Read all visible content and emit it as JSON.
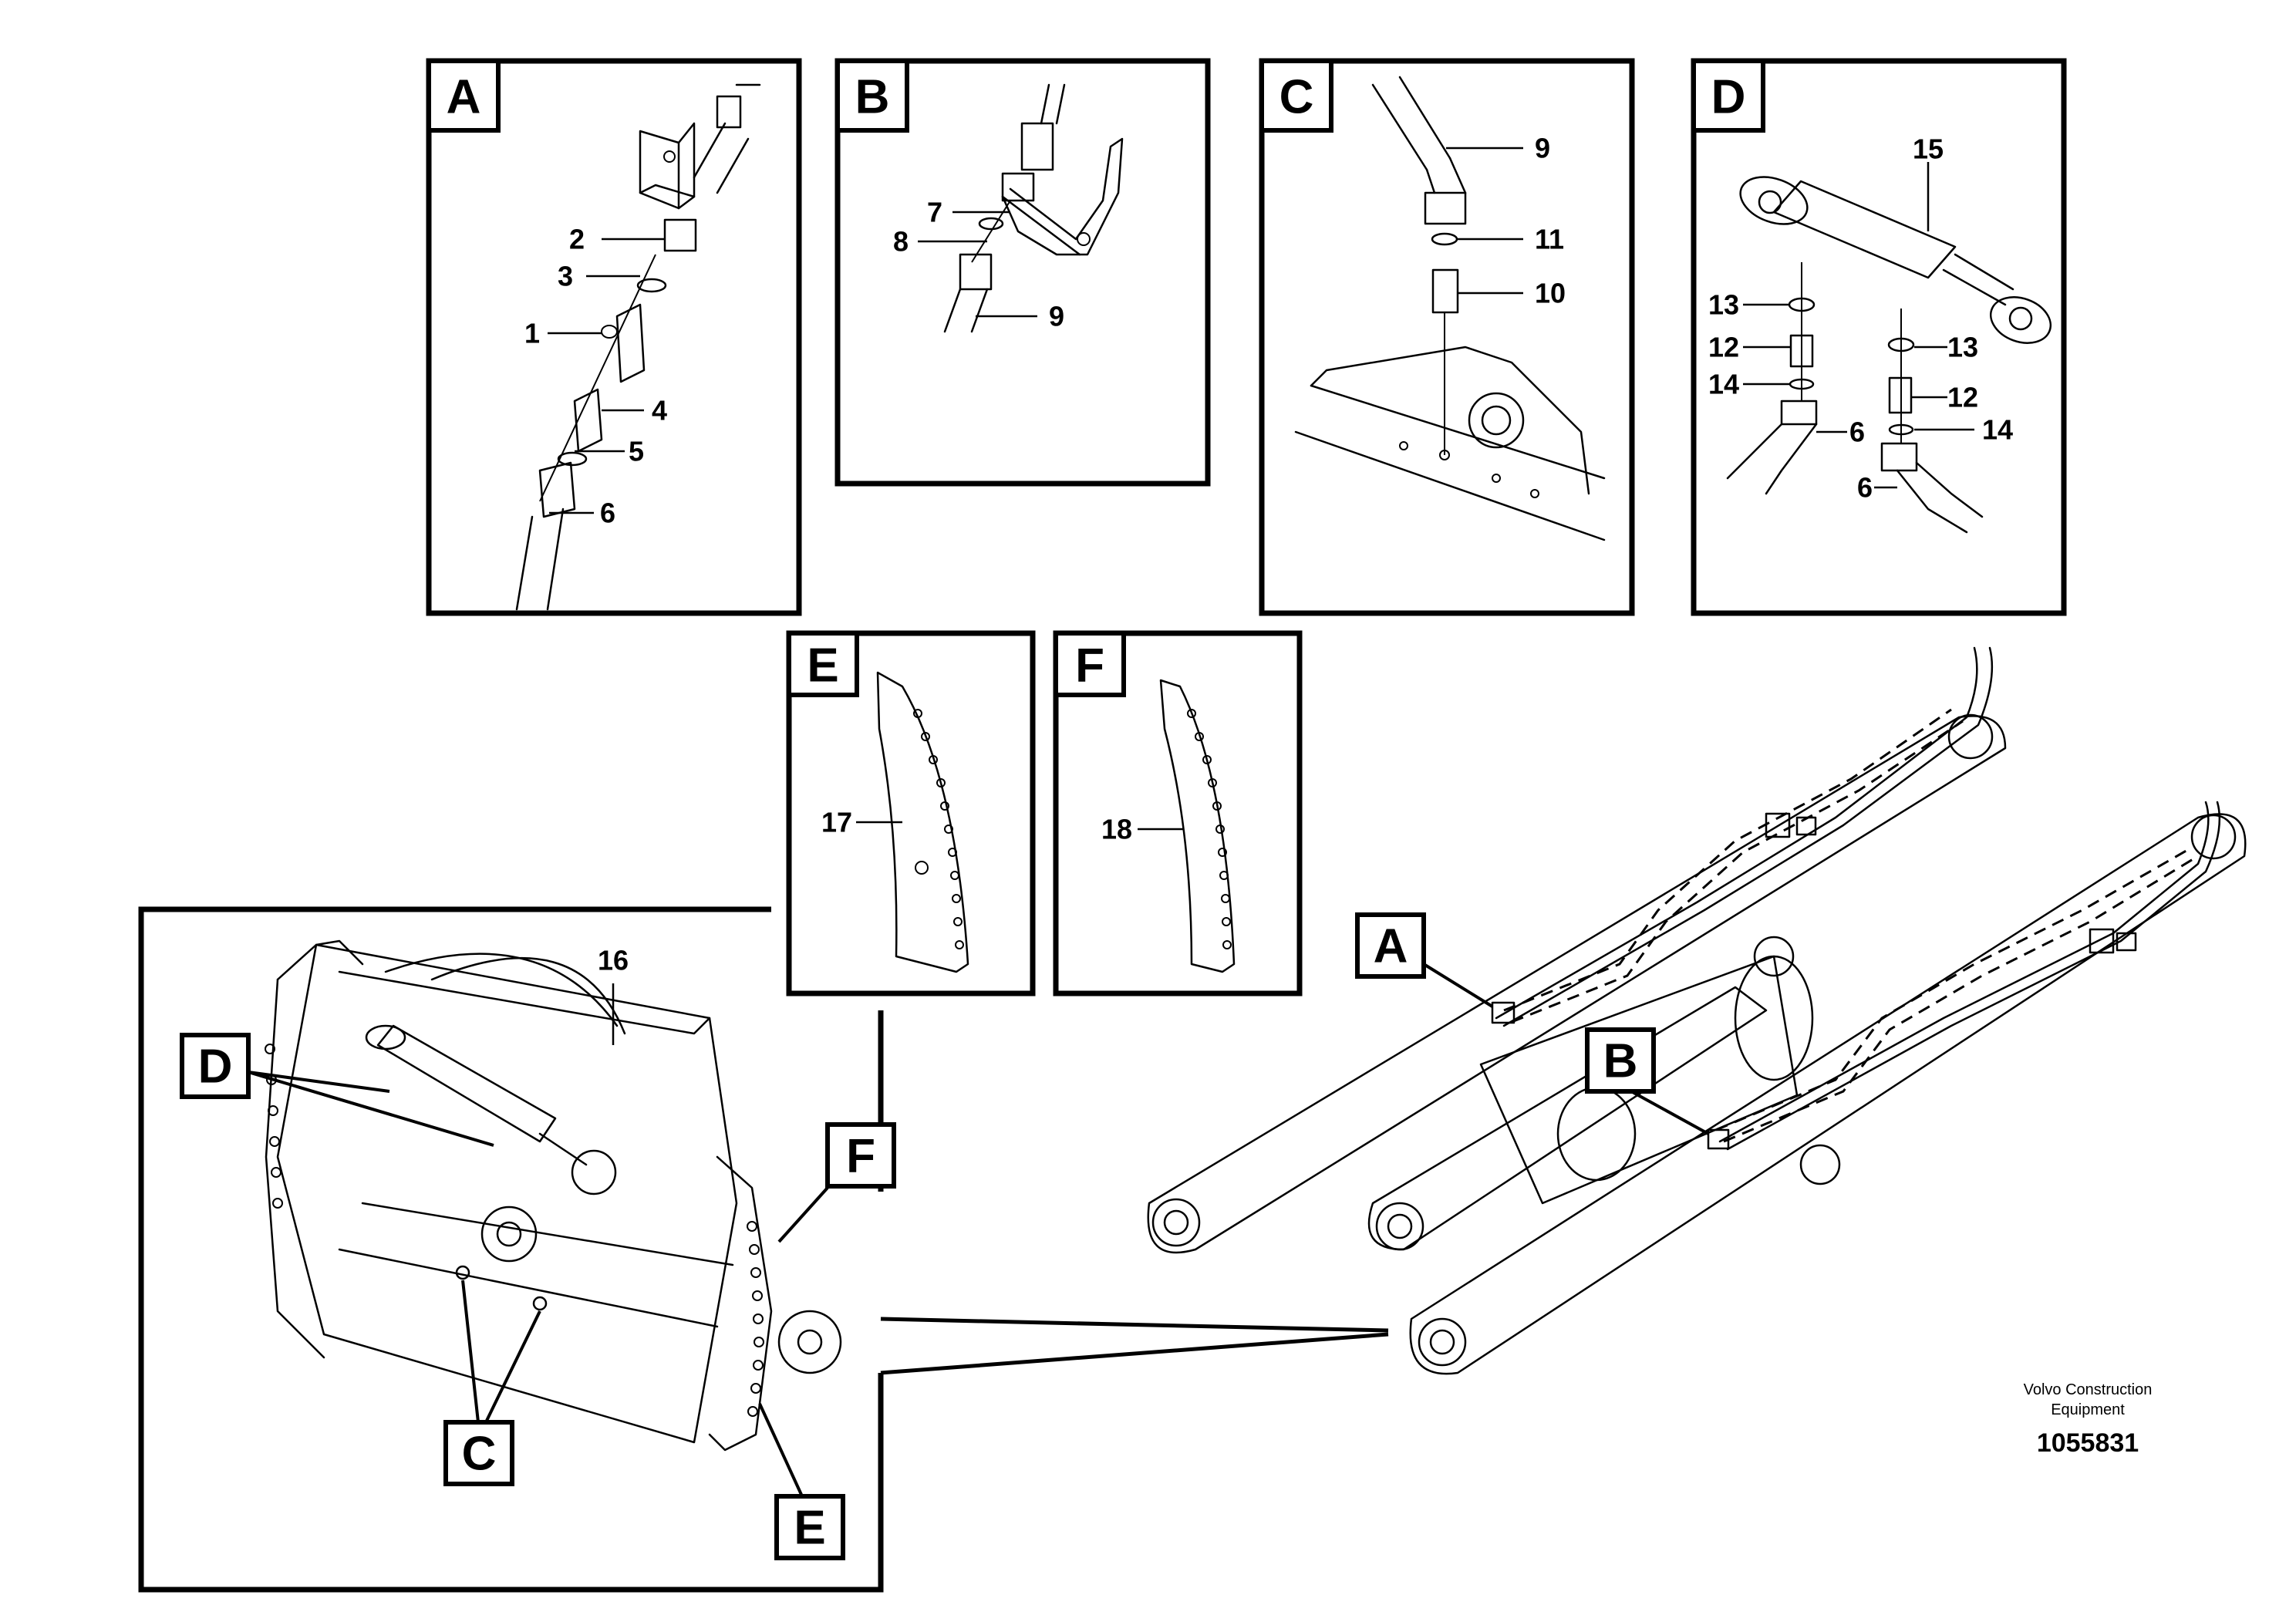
{
  "details": {
    "A": {
      "tag": "A",
      "callouts": [
        "2",
        "3",
        "1",
        "4",
        "5",
        "6"
      ]
    },
    "B": {
      "tag": "B",
      "callouts": [
        "7",
        "8",
        "9"
      ]
    },
    "C": {
      "tag": "C",
      "callouts": [
        "9",
        "11",
        "10"
      ]
    },
    "D": {
      "tag": "D",
      "callouts": [
        "15",
        "13",
        "12",
        "14",
        "6",
        "13",
        "12",
        "14",
        "6"
      ]
    },
    "E": {
      "tag": "E",
      "callouts": [
        "17"
      ]
    },
    "F": {
      "tag": "F",
      "callouts": [
        "18"
      ]
    }
  },
  "main_view": {
    "callout": "16",
    "tags": [
      "D",
      "F",
      "C",
      "E"
    ]
  },
  "machine_view": {
    "tags": [
      "A",
      "B"
    ]
  },
  "footer": {
    "company_line1": "Volvo Construction",
    "company_line2": "Equipment",
    "doc_number": "1055831"
  }
}
